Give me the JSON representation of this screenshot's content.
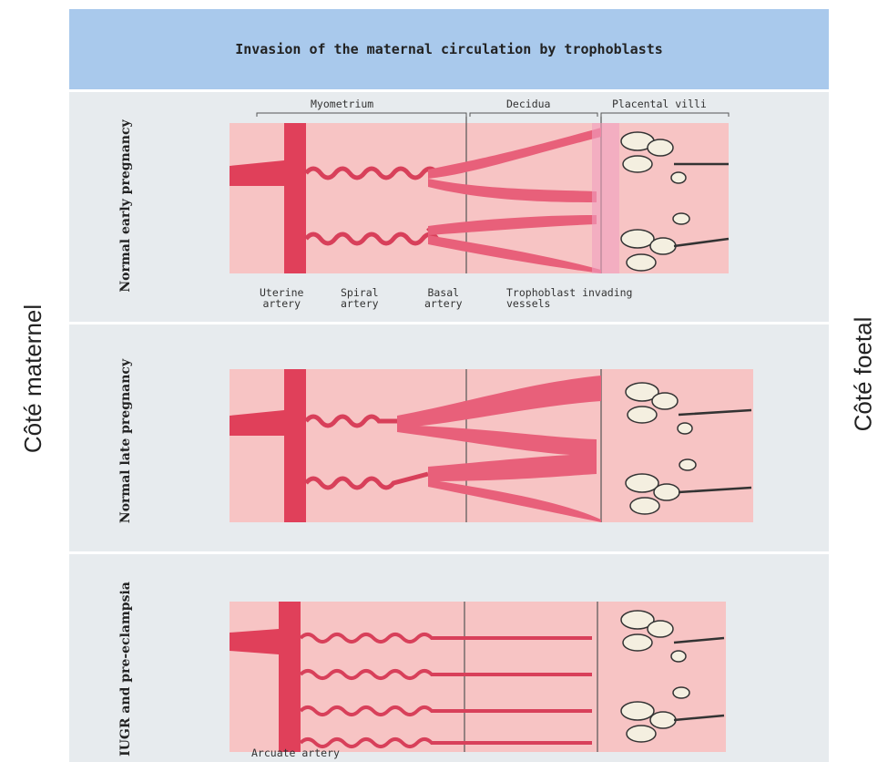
{
  "header": {
    "title": "Invasion of the maternal circulation by trophoblasts"
  },
  "side_labels": {
    "maternal": "Côté maternel",
    "foetal": "Côté foetal"
  },
  "zones": {
    "myometrium": "Myometrium",
    "decidua": "Decidua",
    "villi": "Placental villi"
  },
  "panels": [
    {
      "label": "Normal early pregnancy"
    },
    {
      "label": "Normal late pregnancy"
    },
    {
      "label": "IUGR and pre-eclampsia"
    }
  ],
  "annotations": {
    "uterine": "Uterine\nartery",
    "spiral": "Spiral\nartery",
    "basal": "Basal\nartery",
    "trophoblast": "Trophoblast invading\nvessels",
    "arcuate": "Arcuate artery"
  },
  "colors": {
    "header": "#a9c9ec",
    "tissue": "#f7c4c4",
    "artery": "#e0405a",
    "invaded": "#f08aa0",
    "panel": "#e7ebee"
  }
}
